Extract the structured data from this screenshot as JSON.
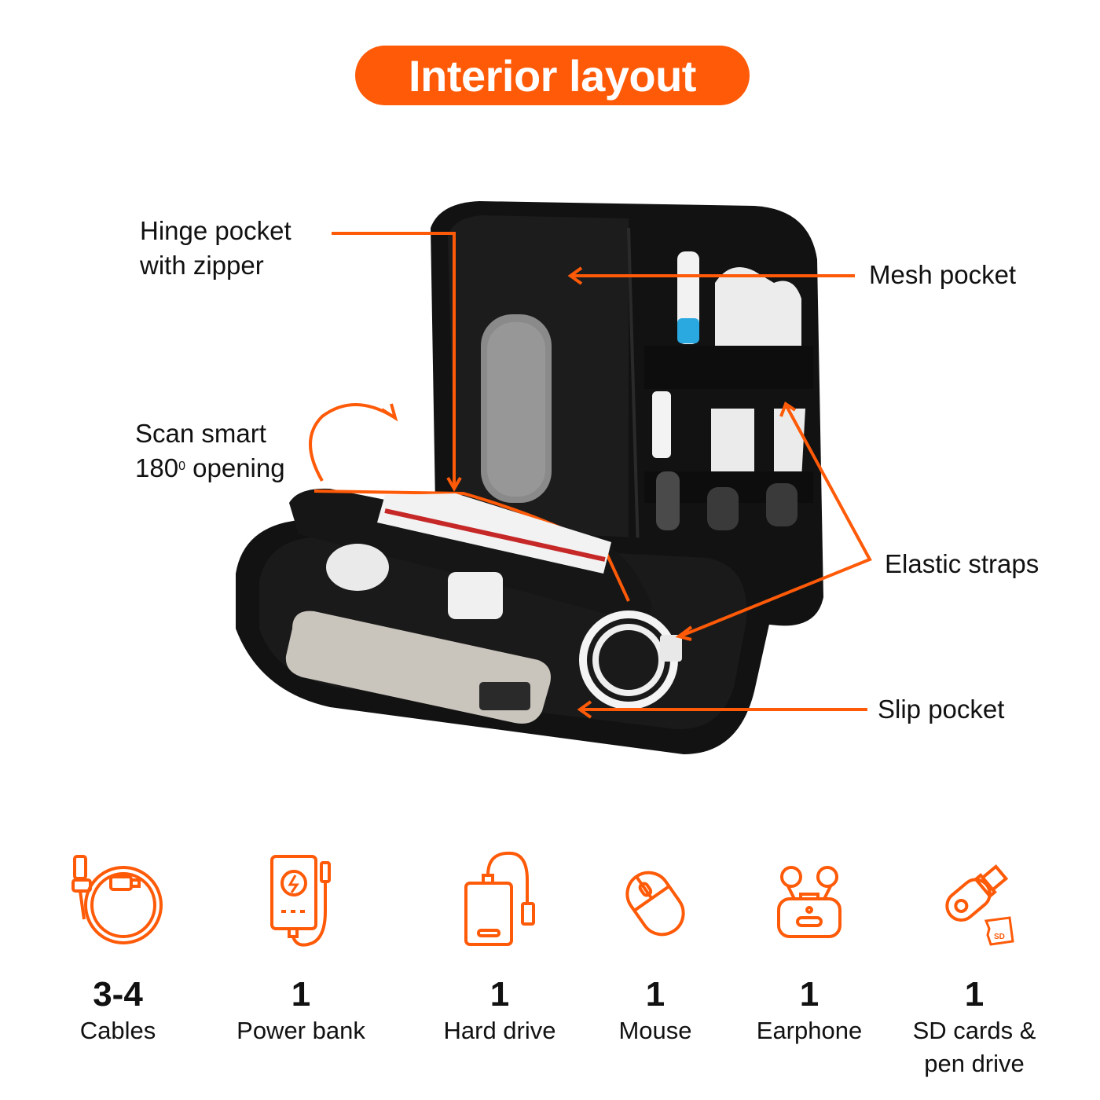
{
  "header": {
    "title": "Interior layout"
  },
  "colors": {
    "accent": "#fe5a08",
    "case_black": "#111111",
    "text": "#111111"
  },
  "callouts": {
    "hinge_pocket": {
      "line1": "Hinge pocket",
      "line2": "with zipper"
    },
    "scan_smart": {
      "line1": "Scan smart",
      "line2_num": "180",
      "line2_sup": "0",
      "line2_rest": " opening"
    },
    "mesh_pocket": "Mesh pocket",
    "elastic_straps": "Elastic straps",
    "slip_pocket": "Slip pocket"
  },
  "capacity": [
    {
      "icon": "cable-icon",
      "count": "3-4",
      "label": "Cables"
    },
    {
      "icon": "power-bank-icon",
      "count": "1",
      "label": "Power bank"
    },
    {
      "icon": "hard-drive-icon",
      "count": "1",
      "label": "Hard drive"
    },
    {
      "icon": "mouse-icon",
      "count": "1",
      "label": "Mouse"
    },
    {
      "icon": "earphone-icon",
      "count": "1",
      "label": "Earphone"
    },
    {
      "icon": "sd-card-pen-drive-icon",
      "count": "1",
      "label": "SD cards &",
      "label2": "pen drive"
    }
  ]
}
